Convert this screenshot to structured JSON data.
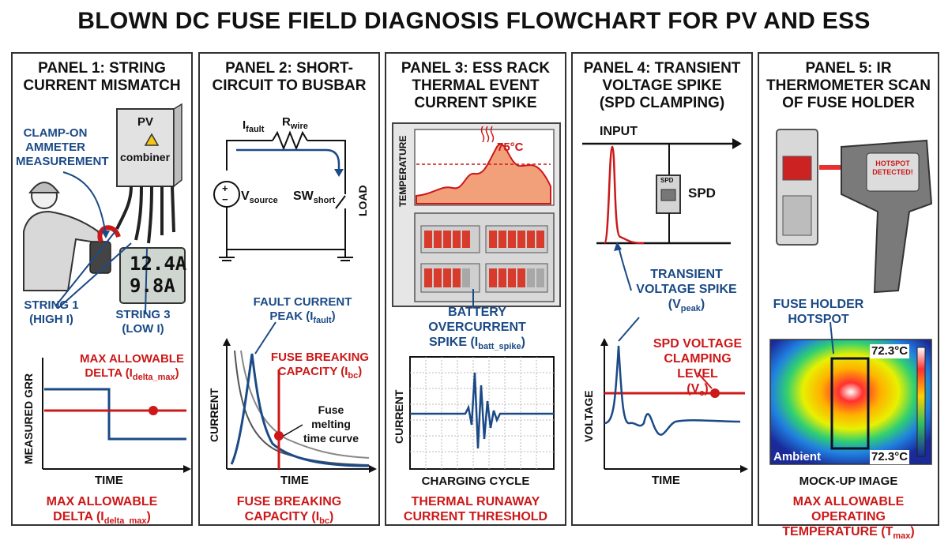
{
  "title": "BLOWN DC FUSE FIELD DIAGNOSIS FLOWCHART FOR PV AND ESS",
  "colors": {
    "blue": "#1b4a86",
    "red": "#cc1818",
    "ink": "#111111"
  },
  "panel1": {
    "heading": "PANEL 1: STRING\nCURRENT MISMATCH",
    "clamp_label": "CLAMP-ON\nAMMETER\nMEASUREMENT",
    "box_pv": "PV",
    "box_combiner": "combiner",
    "reading1": "12.4A",
    "reading2": "9.8A",
    "string1": "STRING 1\n(HIGH I)",
    "string3": "STRING 3\n(LOW I)",
    "delta_label": "MAX ALLOWABLE\nDELTA (I",
    "delta_sub": "delta_max",
    "ylabel": "MEASURED GRR",
    "xlabel": "TIME",
    "footer": "MAX ALLOWABLE\nDELTA (I",
    "footer_sub": "delta_max"
  },
  "panel2": {
    "heading": "PANEL 2: SHORT-\nCIRCUIT TO BUSBAR",
    "i_fault": "I",
    "i_fault_sub": "fault",
    "r_wire": "R",
    "r_wire_sub": "wire",
    "v_source": "V",
    "v_source_sub": "source",
    "sw_short": "SW",
    "sw_short_sub": "short",
    "load": "LOAD",
    "peak_label": "FAULT CURRENT\nPEAK (I",
    "peak_sub": "fault",
    "bc_label": "FUSE BREAKING\nCAPACITY (I",
    "bc_sub": "bc",
    "melting": "Fuse\nmelting\ntime curve",
    "ylabel": "CURRENT",
    "xlabel": "TIME",
    "footer": "FUSE BREAKING\nCAPACITY (I",
    "footer_sub": "bc"
  },
  "panel3": {
    "heading": "PANEL 3: ESS RACK\nTHERMAL EVENT\nCURRENT SPIKE",
    "temp_label": "TEMPERATURE",
    "temp_value": "75°C",
    "spike_label": "BATTERY\nOVERCURRENT\nSPIKE (I",
    "spike_sub": "batt_spike",
    "ylabel": "CURRENT",
    "xlabel": "CHARGING CYCLE",
    "footer": "THERMAL RUNAWAY\nCURRENT THRESHOLD"
  },
  "panel4": {
    "heading": "PANEL 4: TRANSIENT\nVOLTAGE SPIKE\n(SPD CLAMPING)",
    "input": "INPUT",
    "spd": "SPD",
    "spd_small": "SPD",
    "transient_label": "TRANSIENT\nVOLTAGE SPIKE\n(V",
    "transient_sub": "peak",
    "clamp_label": "SPD VOLTAGE\nCLAMPING LEVEL\n(V",
    "clamp_sub": "c",
    "ylabel": "VOLTAGE",
    "xlabel": "TIME"
  },
  "panel5": {
    "heading": "PANEL 5: IR\nTHERMOMETER SCAN\nOF FUSE HOLDER",
    "screen_text": "HOTSPOT\nDETECTED!",
    "hotspot_label": "FUSE HOLDER\nHOTSPOT",
    "temp_top": "72.3°C",
    "temp_bottom": "72.3°C",
    "ambient": "Ambient",
    "mockup": "MOCK-UP IMAGE",
    "footer": "MAX ALLOWABLE OPERATING\nTEMPERATURE (T",
    "footer_sub": "max"
  }
}
